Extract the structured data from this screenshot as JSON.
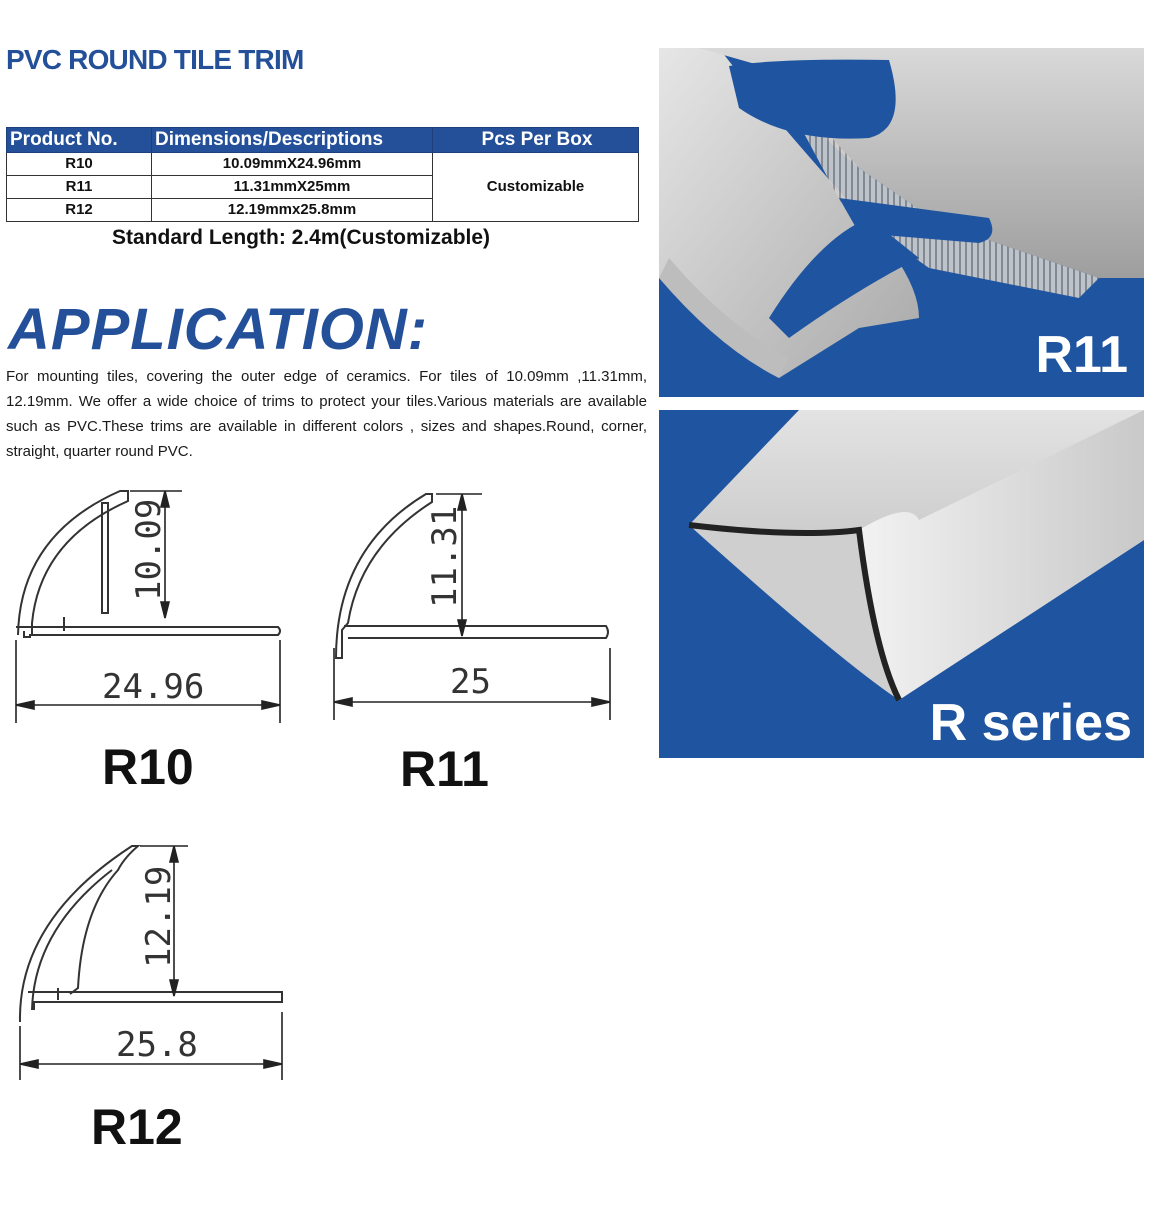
{
  "title": "PVC ROUND TILE TRIM",
  "table": {
    "headers": [
      "Product No.",
      "Dimensions/Descriptions",
      "Pcs Per Box"
    ],
    "rows": [
      {
        "product": "R10",
        "dimensions": "10.09mmX24.96mm"
      },
      {
        "product": "R11",
        "dimensions": "11.31mmX25mm"
      },
      {
        "product": "R12",
        "dimensions": "12.19mmx25.8mm"
      }
    ],
    "pcs_per_box": "Customizable"
  },
  "standard_length": "Standard Length: 2.4m(Customizable)",
  "application": {
    "heading": "APPLICATION:",
    "body": "For mounting tiles, covering the outer edge of ceramics. For tiles of 10.09mm ,11.31mm, 12.19mm. We offer a wide choice of trims to protect your tiles.Various materials are available such as PVC.These trims are available in different colors , sizes and shapes.Round, corner, straight, quarter round PVC."
  },
  "drawings": [
    {
      "label": "R10",
      "height_dim": "10.09",
      "width_dim": "24.96"
    },
    {
      "label": "R11",
      "height_dim": "11.31",
      "width_dim": "25"
    },
    {
      "label": "R12",
      "height_dim": "12.19",
      "width_dim": "25.8"
    }
  ],
  "photos": [
    {
      "caption": "R11"
    },
    {
      "caption": "R series"
    }
  ],
  "colors": {
    "brand_blue": "#24509a",
    "photo_bg": "#1f55a0"
  }
}
